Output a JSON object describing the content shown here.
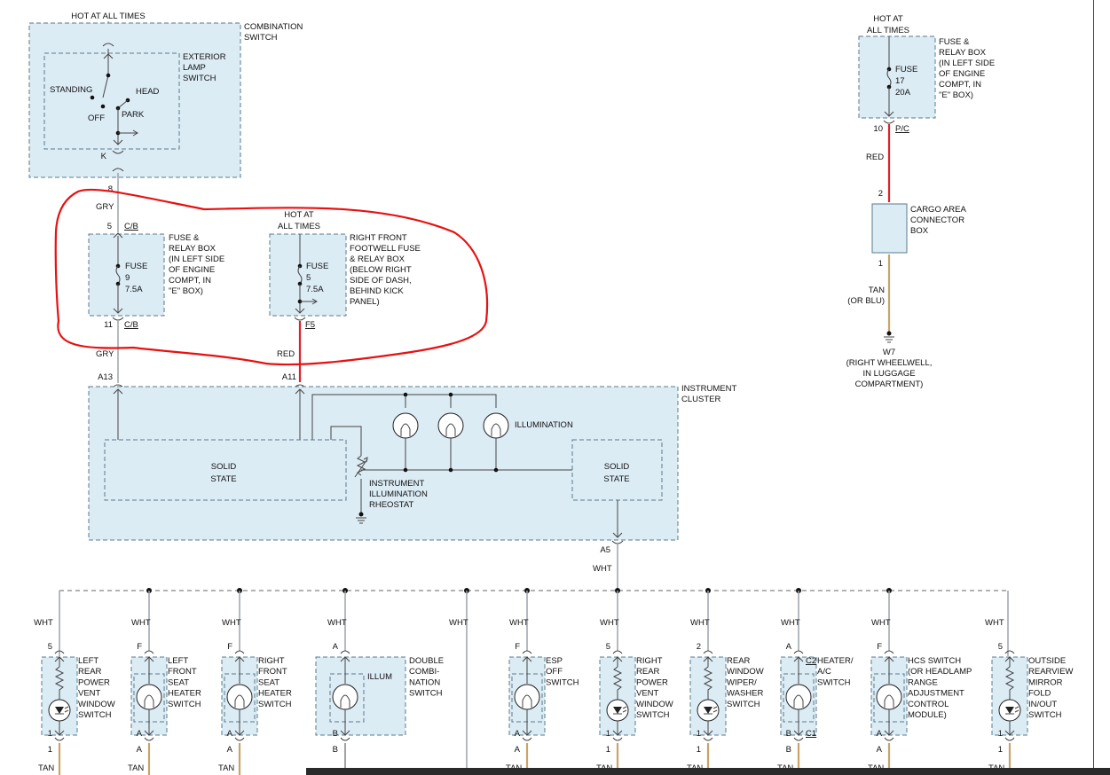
{
  "top_left": {
    "hot_label": "HOT AT ALL TIMES",
    "combo_switch_label": [
      "COMBINATION",
      "SWITCH"
    ],
    "ext_lamp_label": [
      "EXTERIOR",
      "LAMP",
      "SWITCH"
    ],
    "standing": "STANDING",
    "head": "HEAD",
    "off": "OFF",
    "park": "PARK",
    "pin_k": "K",
    "pin_8": "8",
    "wire_gry_top": "GRY"
  },
  "fuse9": {
    "pin_top": "5",
    "conn_top": "C/B",
    "fuse": "FUSE",
    "num": "9",
    "amps": "7.5A",
    "desc": [
      "FUSE &",
      "RELAY BOX",
      "(IN LEFT SIDE",
      "OF ENGINE",
      "COMPT, IN",
      "\"E\" BOX)"
    ],
    "pin_bottom": "11",
    "conn_bottom": "C/B",
    "wire_bottom": "GRY"
  },
  "fuse5": {
    "hot": [
      "HOT AT",
      "ALL TIMES"
    ],
    "fuse": "FUSE",
    "num": "5",
    "amps": "7.5A",
    "desc": [
      "RIGHT FRONT",
      "FOOTWELL FUSE",
      "& RELAY BOX",
      "(BELOW RIGHT",
      "SIDE OF DASH,",
      "BEHIND KICK",
      "PANEL)"
    ],
    "conn": "F5",
    "wire": "RED"
  },
  "cluster": {
    "label": [
      "INSTRUMENT",
      "CLUSTER"
    ],
    "pin_a13": "A13",
    "pin_a11": "A11",
    "illumination": "ILLUMINATION",
    "solid_state_left": [
      "SOLID",
      "STATE"
    ],
    "solid_state_right": [
      "SOLID",
      "STATE"
    ],
    "rheostat": [
      "INSTRUMENT",
      "ILLUMINATION",
      "RHEOSTAT"
    ],
    "pin_a5": "A5",
    "wire_out": "WHT"
  },
  "top_right": {
    "hot": [
      "HOT AT",
      "ALL TIMES"
    ],
    "fuse": "FUSE",
    "num": "17",
    "amps": "20A",
    "desc": [
      "FUSE &",
      "RELAY BOX",
      "(IN LEFT SIDE",
      "OF ENGINE",
      "COMPT, IN",
      "\"E\" BOX)"
    ],
    "pin_10": "10",
    "conn_pc": "P/C",
    "wire_red": "RED",
    "pin_2": "2",
    "cargo": [
      "CARGO AREA",
      "CONNECTOR",
      "BOX"
    ],
    "pin_1": "1",
    "wire_tan": [
      "TAN",
      "(OR BLU)"
    ],
    "ground": [
      "W7",
      "(RIGHT WHEELWELL,",
      "IN LUGGAGE",
      "COMPARTMENT)"
    ]
  },
  "bottom_switches": [
    {
      "wire": "WHT",
      "top_pin": "5",
      "bottom_pin": "1",
      "type": "led",
      "label": [
        "LEFT",
        "REAR",
        "POWER",
        "VENT",
        "WINDOW",
        "SWITCH"
      ],
      "tan": "TAN"
    },
    {
      "wire": "WHT",
      "top_pin": "F",
      "bottom_pin": "A",
      "type": "bulb",
      "label": [
        "LEFT",
        "FRONT",
        "SEAT",
        "HEATER",
        "SWITCH"
      ],
      "tan": "TAN"
    },
    {
      "wire": "WHT",
      "top_pin": "F",
      "bottom_pin": "A",
      "type": "bulb",
      "label": [
        "RIGHT",
        "FRONT",
        "SEAT",
        "HEATER",
        "SWITCH"
      ],
      "tan": "TAN"
    },
    {
      "wire": "WHT",
      "top_pin": "A",
      "bottom_pin": "B",
      "type": "illum",
      "label": [
        "DOUBLE",
        "COMBI-",
        "NATION",
        "SWITCH"
      ],
      "inner": "ILLUM",
      "tan": ""
    },
    {
      "wire": "WHT",
      "top_pin": "",
      "bottom_pin": "",
      "type": "none",
      "label": [],
      "tan": ""
    },
    {
      "wire": "WHT",
      "top_pin": "F",
      "bottom_pin": "A",
      "type": "bulb",
      "label": [
        "ESP",
        "OFF",
        "SWITCH"
      ],
      "tan": "TAN"
    },
    {
      "wire": "WHT",
      "top_pin": "5",
      "bottom_pin": "1",
      "type": "led",
      "label": [
        "RIGHT",
        "REAR",
        "POWER",
        "VENT",
        "WINDOW",
        "SWITCH"
      ],
      "tan": "TAN"
    },
    {
      "wire": "WHT",
      "top_pin": "2",
      "bottom_pin": "1",
      "type": "led",
      "label": [
        "REAR",
        "WINDOW",
        "WIPER/",
        "WASHER",
        "SWITCH"
      ],
      "tan": "TAN"
    },
    {
      "wire": "WHT",
      "top_pin": "A",
      "top_conn": "C2",
      "bottom_pin": "B",
      "bottom_conn": "C1",
      "type": "bulb",
      "label": [
        "HEATER/",
        "A/C",
        "SWITCH"
      ],
      "tan": "TAN"
    },
    {
      "wire": "WHT",
      "top_pin": "F",
      "bottom_pin": "A",
      "type": "bulb",
      "label": [
        "HCS SWITCH",
        "(OR HEADLAMP",
        "RANGE",
        "ADJUSTMENT",
        "CONTROL",
        "MODULE)"
      ],
      "tan": "TAN"
    },
    {
      "wire": "WHT",
      "top_pin": "5",
      "bottom_pin": "1",
      "type": "led",
      "label": [
        "OUTSIDE",
        "REARVIEW",
        "MIRROR",
        "FOLD",
        "IN/OUT",
        "SWITCH"
      ],
      "tan": "TAN"
    }
  ]
}
